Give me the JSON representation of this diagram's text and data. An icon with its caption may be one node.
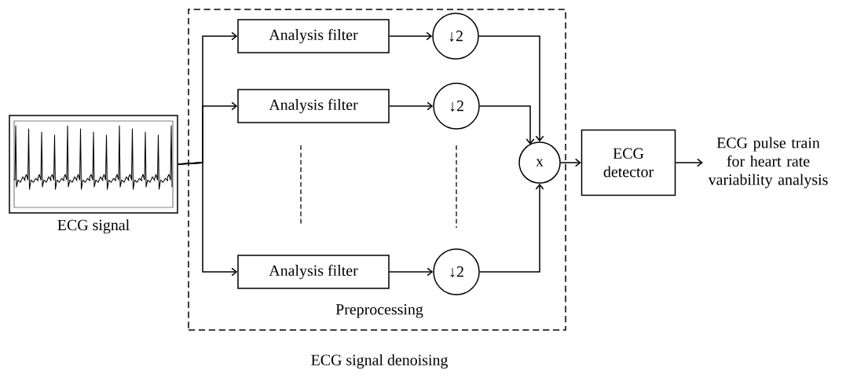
{
  "diagram": {
    "nodes": [
      {
        "text": [
          "Preprocessing"
        ],
        "beside": [
          "ECG signal denoising"
        ]
      },
      {
        "text": [],
        "shape": "picture",
        "beside": [
          "ECG signal"
        ]
      },
      {
        "text": [
          "Analysis filter"
        ],
        "in": 0
      },
      {
        "text": [
          "Analysis filter"
        ],
        "in": 0
      },
      {
        "text": [
          "Analysis filter"
        ],
        "in": 0
      },
      {
        "text": [
          "↓2"
        ],
        "in": 0
      },
      {
        "text": [
          "↓2"
        ],
        "in": 0
      },
      {
        "text": [
          "↓2"
        ],
        "in": 0
      },
      {
        "text": [
          "x"
        ],
        "in": 0
      },
      {
        "text": [
          "ECG detector"
        ]
      },
      {
        "text": [
          "ECG pulse train for heart rate variability analysis"
        ]
      }
    ],
    "edges": [
      {
        "from": 1,
        "to": 2,
        "arrow": "to"
      },
      {
        "from": 1,
        "to": 3,
        "arrow": "to"
      },
      {
        "from": 1,
        "to": 4,
        "arrow": "to"
      },
      {
        "from": 2,
        "to": 5,
        "arrow": "to"
      },
      {
        "from": 3,
        "to": 6,
        "arrow": "to"
      },
      {
        "from": 4,
        "to": 7,
        "arrow": "to"
      },
      {
        "from": 5,
        "to": 8,
        "arrow": "to"
      },
      {
        "from": 6,
        "to": 8,
        "arrow": "to"
      },
      {
        "from": 7,
        "to": 8,
        "arrow": "to"
      },
      {
        "from": 8,
        "to": 9,
        "arrow": "to"
      },
      {
        "from": 9,
        "to": 10,
        "arrow": "to"
      }
    ]
  }
}
